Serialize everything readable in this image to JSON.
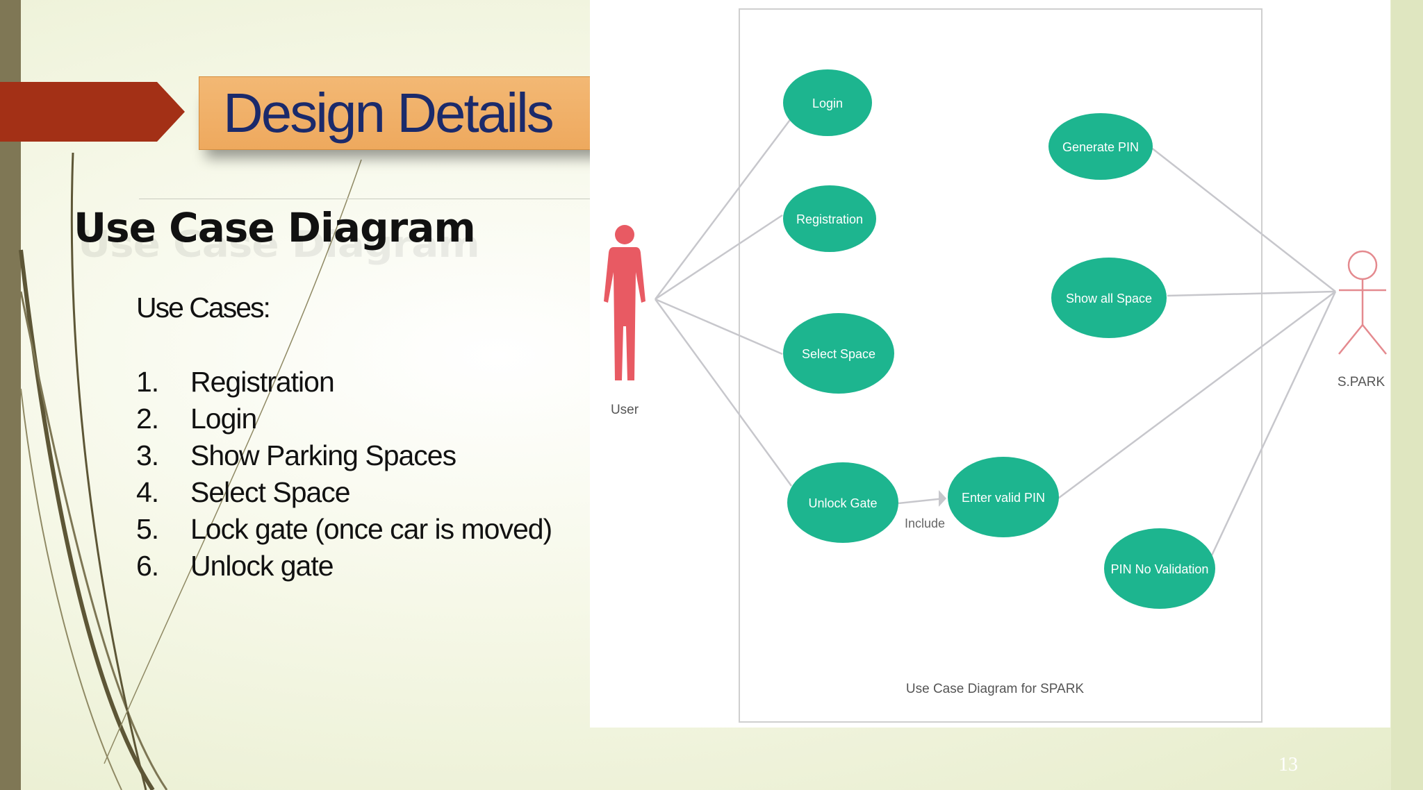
{
  "slide": {
    "title": "Design Details",
    "subtitle": "Use Case Diagram",
    "page_number": "13"
  },
  "use_cases": {
    "heading": "Use Cases:",
    "items": [
      {
        "num": "1.",
        "text": "Registration"
      },
      {
        "num": "2.",
        "text": "Login"
      },
      {
        "num": "3.",
        "text": "Show Parking Spaces"
      },
      {
        "num": "4.",
        "text": "Select Space"
      },
      {
        "num": "5.",
        "text": "Lock gate (once car is moved)"
      },
      {
        "num": "6.",
        "text": "Unlock gate"
      }
    ]
  },
  "diagram": {
    "caption": "Use Case Diagram for SPARK",
    "actors": {
      "user": "User",
      "spark": "S.PARK"
    },
    "use_cases": {
      "login": "Login",
      "registration": "Registration",
      "select_space": "Select Space",
      "unlock_gate": "Unlock Gate",
      "generate_pin": "Generate PIN",
      "show_all_space": "Show all Space",
      "enter_valid_pin": "Enter valid PIN",
      "pin_validation": "PIN No Validation"
    },
    "include_label": "Include"
  },
  "colors": {
    "title_bar": "#f0ae63",
    "title_text": "#1b2a6b",
    "accent_arrow": "#a33016",
    "use_case_fill": "#1db58f",
    "user_actor": "#e85a63"
  },
  "icons": {
    "user_actor": "person-figure-icon",
    "spark_actor": "stick-figure-icon"
  }
}
